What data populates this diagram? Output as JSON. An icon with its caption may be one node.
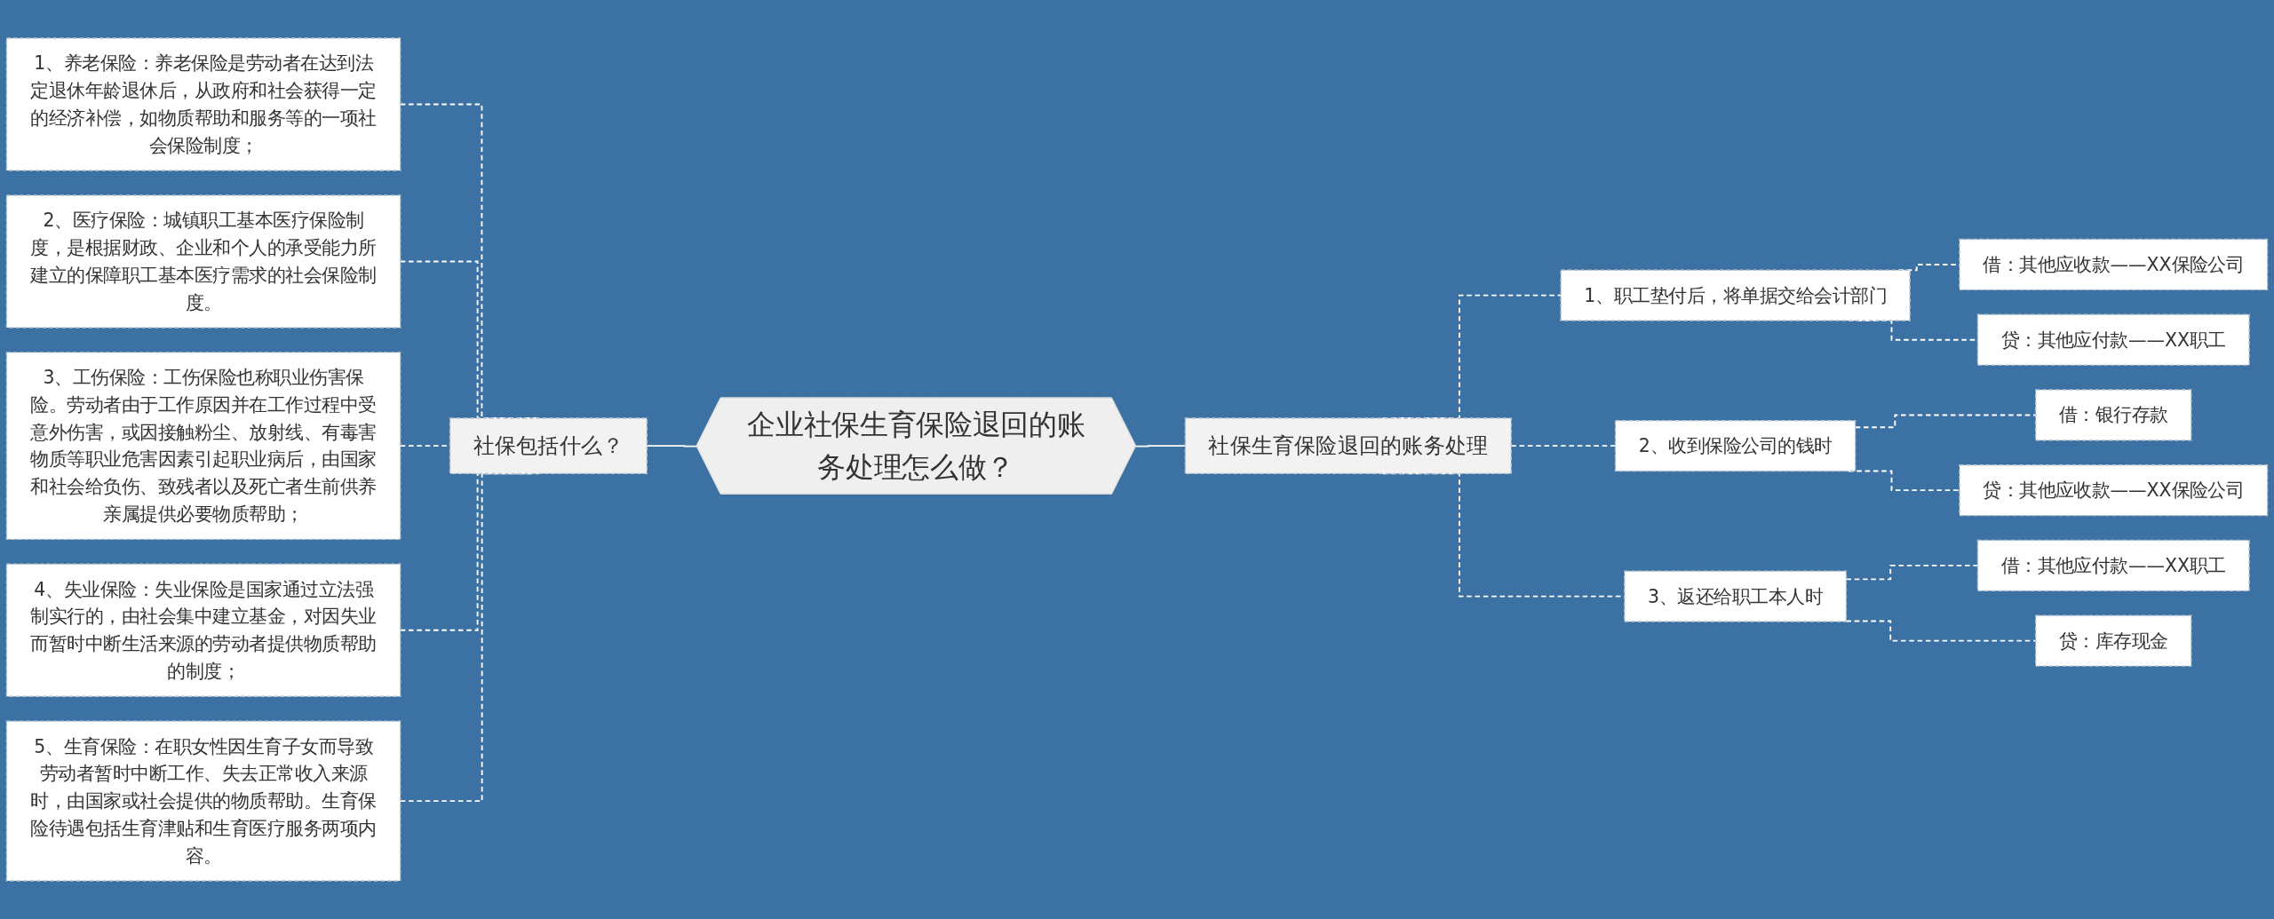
{
  "diagram": {
    "nodes": [
      {
        "text": [
          "企业社保生育保险退回的账务处理怎么做？"
        ]
      },
      {
        "text": [
          "社保包括什么？"
        ]
      },
      {
        "text": [
          "1、养老保险：养老保险是劳动者在达到法定退休年龄退休后，从政府和社会获得一定的经济补偿，如物质帮助和服务等的一项社会保险制度；"
        ]
      },
      {
        "text": [
          "2、医疗保险：城镇职工基本医疗保险制度，是根据财政、企业和个人的承受能力所建立的保障职工基本医疗需求的社会保险制度。"
        ]
      },
      {
        "text": [
          "3、工伤保险：工伤保险也称职业伤害保险。劳动者由于工作原因并在工作过程中受意外伤害，或因接触粉尘、放射线、有毒害物质等职业危害因素引起职业病后，由国家和社会给负伤、致残者以及死亡者生前供养亲属提供必要物质帮助；"
        ]
      },
      {
        "text": [
          "4、失业保险：失业保险是国家通过立法强制实行的，由社会集中建立基金，对因失业而暂时中断生活来源的劳动者提供物质帮助的制度；"
        ]
      },
      {
        "text": [
          "5、生育保险：在职女性因生育子女而导致劳动者暂时中断工作、失去正常收入来源时，由国家或社会提供的物质帮助。生育保险待遇包括生育津贴和生育医疗服务两项内容。"
        ]
      },
      {
        "text": [
          "社保生育保险退回的账务处理"
        ]
      },
      {
        "text": [
          "1、职工垫付后，将单据交给会计部门"
        ]
      },
      {
        "text": [
          "借：其他应收款——XX保险公司"
        ]
      },
      {
        "text": [
          "贷：其他应付款——XX职工"
        ]
      },
      {
        "text": [
          "2、收到保险公司的钱时"
        ]
      },
      {
        "text": [
          "借：银行存款"
        ]
      },
      {
        "text": [
          "贷：其他应收款——XX保险公司"
        ]
      },
      {
        "text": [
          "3、返还给职工本人时"
        ]
      },
      {
        "text": [
          "借：其他应付款——XX职工"
        ]
      },
      {
        "text": [
          "贷：库存现金"
        ]
      }
    ],
    "edges": [
      {
        "from": 2,
        "to": 1,
        "arrow": "none",
        "style": "dashed"
      },
      {
        "from": 3,
        "to": 1,
        "arrow": "none",
        "style": "dashed"
      },
      {
        "from": 4,
        "to": 1,
        "arrow": "none",
        "style": "dashed"
      },
      {
        "from": 5,
        "to": 1,
        "arrow": "none",
        "style": "dashed"
      },
      {
        "from": 6,
        "to": 1,
        "arrow": "none",
        "style": "dashed"
      },
      {
        "from": 1,
        "to": 0,
        "arrow": "none"
      },
      {
        "from": 0,
        "to": 7,
        "arrow": "none"
      },
      {
        "from": 7,
        "to": 8,
        "arrow": "none",
        "style": "dashed"
      },
      {
        "from": 7,
        "to": 11,
        "arrow": "none",
        "style": "dashed"
      },
      {
        "from": 7,
        "to": 14,
        "arrow": "none",
        "style": "dashed"
      },
      {
        "from": 8,
        "to": 9,
        "arrow": "none",
        "style": "dashed"
      },
      {
        "from": 8,
        "to": 10,
        "arrow": "none",
        "style": "dashed"
      },
      {
        "from": 11,
        "to": 12,
        "arrow": "none",
        "style": "dashed"
      },
      {
        "from": 11,
        "to": 13,
        "arrow": "none",
        "style": "dashed"
      },
      {
        "from": 14,
        "to": 15,
        "arrow": "none",
        "style": "dashed"
      },
      {
        "from": 14,
        "to": 16,
        "arrow": "none",
        "style": "dashed"
      }
    ]
  }
}
